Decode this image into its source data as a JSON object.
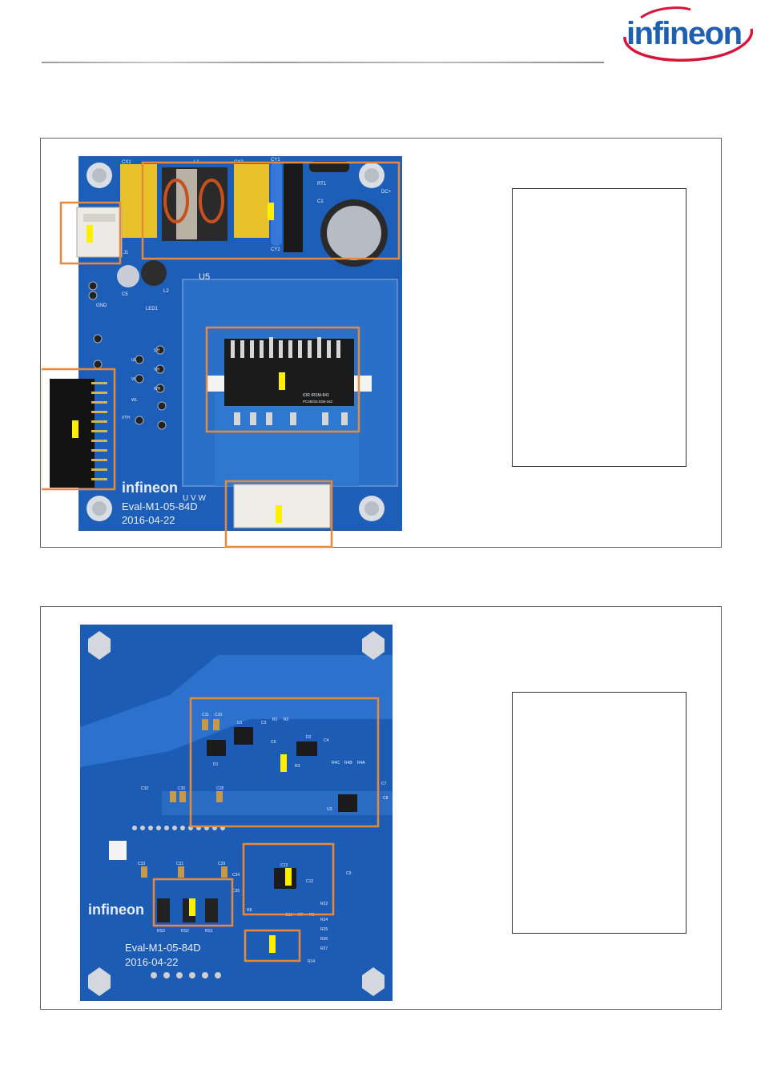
{
  "header": {
    "logo_text": "infineon",
    "brand_color": "#1f5fb0",
    "swoosh_color": "#d7143a"
  },
  "figure_top": {
    "board_name": "Eval-M1-05-84D",
    "board_date": "2016-04-22",
    "board_logo": "infineon",
    "silk": {
      "u5": "U5",
      "cx1": "CX1",
      "cx2": "CX2",
      "l1": "L1",
      "cy1": "CY1",
      "cy2": "CY2",
      "rt1": "RT1",
      "dc": "DC+",
      "c1": "C1",
      "j1": "J1",
      "l2": "L2",
      "c5": "C5",
      "gnd": "GND",
      "led1": "LED1",
      "uvw": "U V W",
      "uh": "UH",
      "vh": "VH",
      "wh": "WH",
      "ul": "UL",
      "vl": "VL",
      "wl": "WL",
      "vth": "VTH",
      "ic_mark1": "IOR  IRSM-841",
      "ic_mark2": "PC45015  E06-162"
    }
  },
  "figure_bottom": {
    "board_name": "Eval-M1-05-84D",
    "board_date": "2016-04-22",
    "board_logo": "infineon",
    "silk": {
      "c11": "C11",
      "c10": "C10",
      "u1": "U1",
      "c3": "C3",
      "r1": "R1",
      "r2": "R2",
      "d1": "D1",
      "d2": "D2",
      "c4": "C4",
      "c6": "C6",
      "r3": "R3",
      "r4c": "R4C",
      "r4b": "R4B",
      "r4a": "R4A",
      "c7": "C7",
      "c8": "C8",
      "u3": "U3",
      "c32": "C32",
      "c30": "C30",
      "c28": "C28",
      "c33": "C33",
      "c31": "C31",
      "c29": "C29",
      "c34": "C34",
      "c35": "C35",
      "c13": "C13",
      "c12": "C12",
      "r22": "R22",
      "r8": "R8",
      "c16": "C16",
      "r7": "R7",
      "r6": "R6",
      "r24": "R24",
      "r25": "R25",
      "r26": "R26",
      "r27": "R27",
      "r14": "R14",
      "c9": "C9",
      "rs3": "RS3",
      "rs2": "RS2",
      "rs1": "RS1"
    }
  }
}
